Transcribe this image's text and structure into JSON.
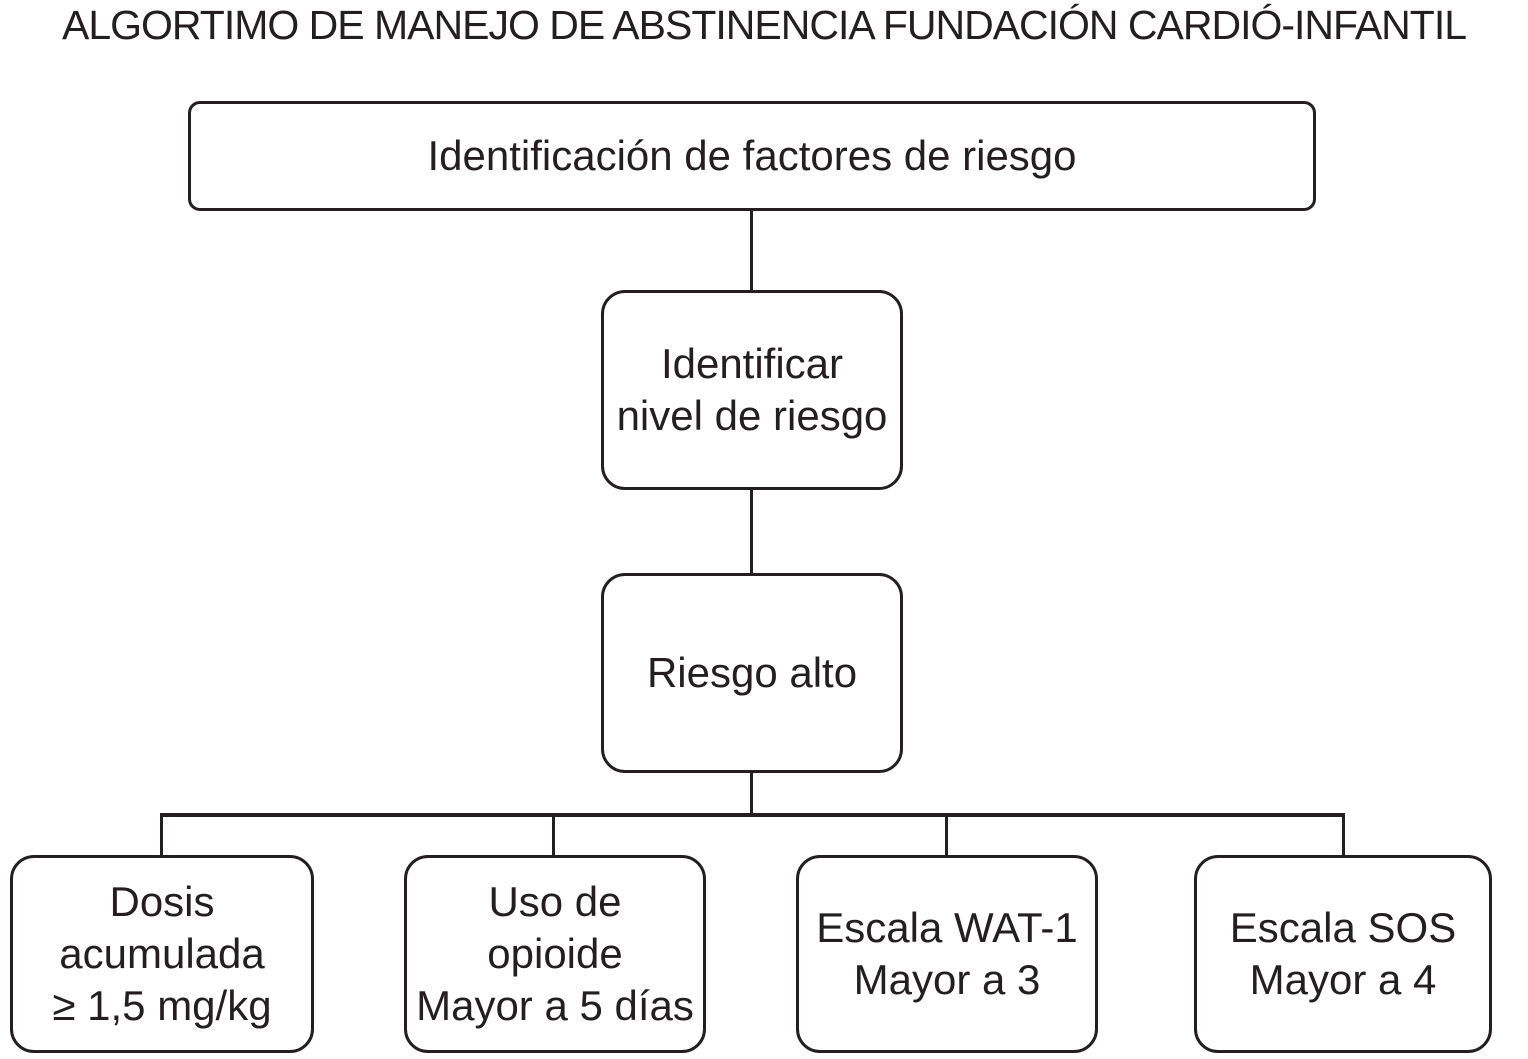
{
  "title": "ALGORTIMO DE MANEJO DE ABSTINENCIA FUNDACIÓN CARDIÓ-INFANTIL",
  "colors": {
    "line": "#231f20",
    "background": "#ffffff"
  },
  "flowchart": {
    "nodes": {
      "risk_factors": {
        "label": "Identificación de factores de riesgo"
      },
      "risk_level": {
        "label": "Identificar\nnivel de riesgo"
      },
      "high_risk": {
        "label": "Riesgo alto"
      },
      "cumulative_dose": {
        "label": "Dosis\nacumulada\n≥ 1,5 mg/kg"
      },
      "opioid_use": {
        "label": "Uso de\nopioide\nMayor a 5 días"
      },
      "wat1_scale": {
        "label": "Escala WAT-1\nMayor a 3"
      },
      "sos_scale": {
        "label": "Escala SOS\nMayor a 4"
      }
    },
    "edges": [
      {
        "from": "risk_factors",
        "to": "risk_level"
      },
      {
        "from": "risk_level",
        "to": "high_risk"
      },
      {
        "from": "high_risk",
        "to": "cumulative_dose"
      },
      {
        "from": "high_risk",
        "to": "opioid_use"
      },
      {
        "from": "high_risk",
        "to": "wat1_scale"
      },
      {
        "from": "high_risk",
        "to": "sos_scale"
      }
    ]
  }
}
